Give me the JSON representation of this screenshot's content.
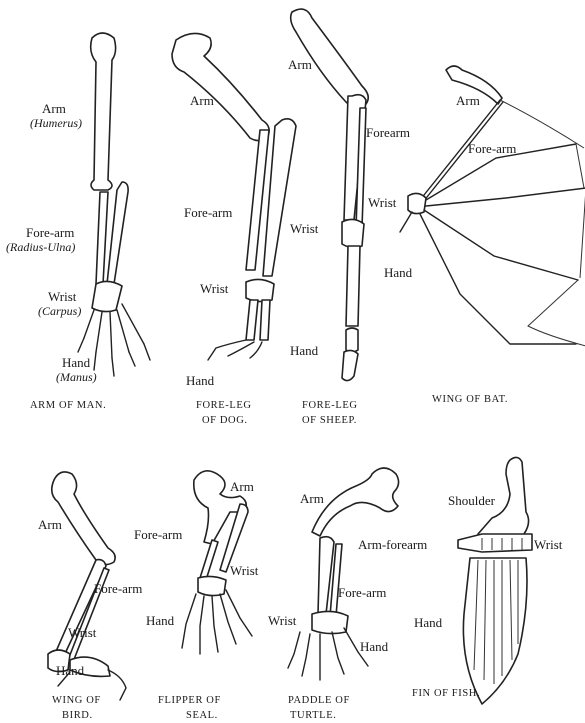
{
  "figures": {
    "man": {
      "caption": "ARM OF MAN.",
      "labels": {
        "arm": "Arm",
        "arm_sci": "(Humerus)",
        "forearm": "Fore-arm",
        "forearm_sci": "(Radius-Ulna)",
        "wrist": "Wrist",
        "wrist_sci": "(Carpus)",
        "hand": "Hand",
        "hand_sci": "(Manus)"
      }
    },
    "dog": {
      "caption_1": "FORE-LEG",
      "caption_2": "OF DOG.",
      "labels": {
        "arm": "Arm",
        "forearm": "Fore-arm",
        "wrist": "Wrist",
        "hand": "Hand"
      }
    },
    "sheep": {
      "caption_1": "FORE-LEG",
      "caption_2": "OF SHEEP.",
      "labels": {
        "arm": "Arm",
        "forearm": "Forearm",
        "wrist": "Wrist",
        "hand": "Hand"
      }
    },
    "bat": {
      "caption": "WING OF BAT.",
      "labels": {
        "arm": "Arm",
        "forearm": "Fore-arm",
        "wrist": "Wrist",
        "hand": "Hand"
      }
    },
    "bird": {
      "caption_1": "WING OF",
      "caption_2": "BIRD.",
      "labels": {
        "arm": "Arm",
        "forearm": "Fore-arm",
        "wrist": "Wrist",
        "hand": "Hand"
      }
    },
    "seal": {
      "caption_1": "FLIPPER OF",
      "caption_2": "SEAL.",
      "labels": {
        "arm": "Arm",
        "forearm": "Fore-arm",
        "wrist": "Wrist",
        "hand": "Hand"
      }
    },
    "turtle": {
      "caption_1": "PADDLE OF",
      "caption_2": "TURTLE.",
      "labels": {
        "arm": "Arm",
        "forearm": "Fore-arm",
        "wrist": "Wrist",
        "hand": "Hand"
      }
    },
    "fish": {
      "caption": "FIN OF FISH.",
      "labels": {
        "shoulder": "Shoulder",
        "armforearm": "Arm-forearm",
        "wrist": "Wrist",
        "hand": "Hand"
      }
    }
  }
}
